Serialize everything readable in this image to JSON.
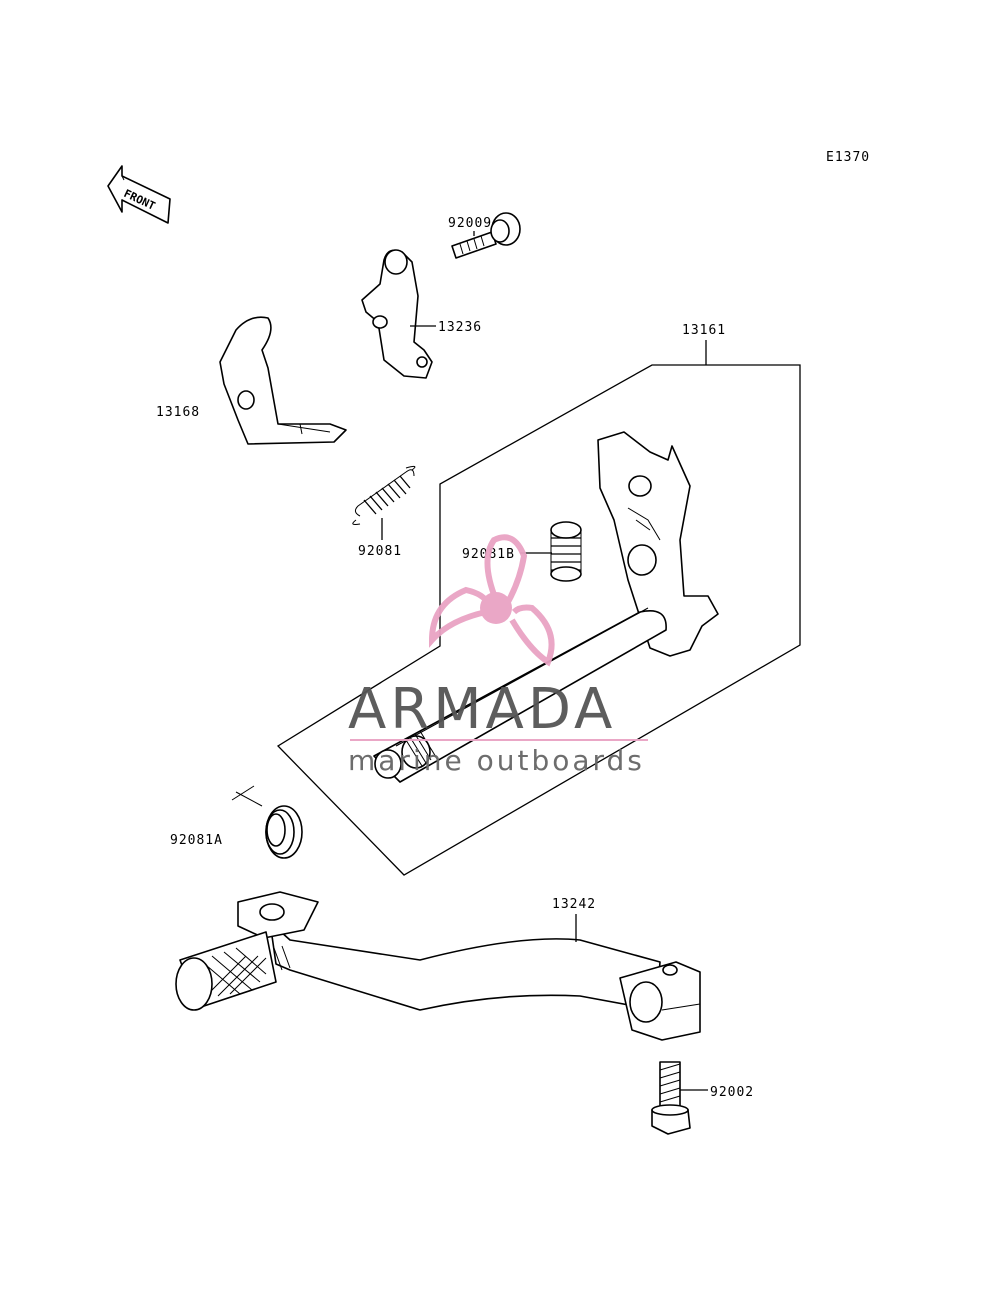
{
  "diagram_code": "E1370",
  "front_label": "FRONT",
  "parts": {
    "p92009": "92009",
    "p13236": "13236",
    "p13161": "13161",
    "p13168": "13168",
    "p92081": "92081",
    "p92081B": "92081B",
    "p92081A": "92081A",
    "p13242": "13242",
    "p92002": "92002"
  },
  "watermark": {
    "brand": "ARMADA",
    "tagline": "marine outboards",
    "color": "#e9a3c4"
  }
}
